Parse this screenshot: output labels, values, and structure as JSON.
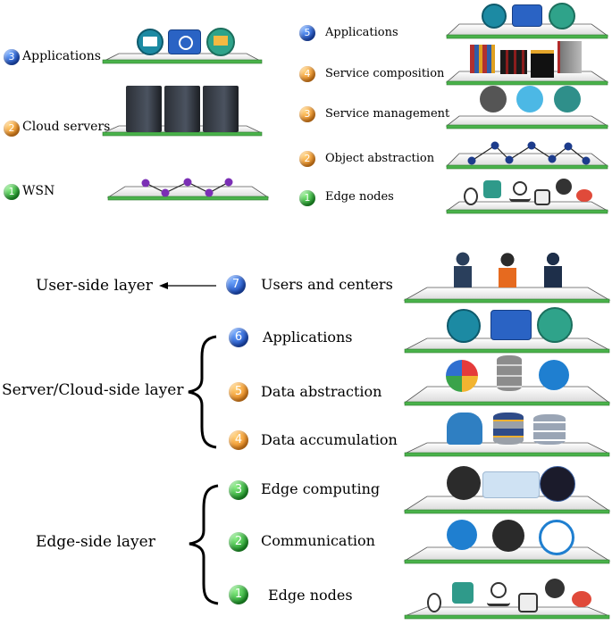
{
  "colors": {
    "shelf_top": "#f2f2f2",
    "shelf_edge": "#49b24a",
    "badge_blue": "#1d4fc4",
    "badge_orange": "#f08a1c",
    "badge_green": "#1f9e2a"
  },
  "left_stack": {
    "layers": [
      {
        "num": "3",
        "label": "Applications",
        "badge": "blue"
      },
      {
        "num": "2",
        "label": "Cloud servers",
        "badge": "orange"
      },
      {
        "num": "1",
        "label": "WSN",
        "badge": "green"
      }
    ]
  },
  "right_stack": {
    "layers": [
      {
        "num": "5",
        "label": "Applications",
        "badge": "blue"
      },
      {
        "num": "4",
        "label": "Service composition",
        "badge": "orange"
      },
      {
        "num": "3",
        "label": "Service management",
        "badge": "orange"
      },
      {
        "num": "2",
        "label": "Object abstraction",
        "badge": "orange"
      },
      {
        "num": "1",
        "label": "Edge nodes",
        "badge": "green"
      }
    ]
  },
  "bottom_stack": {
    "groups": {
      "user": "User-side layer",
      "server": "Server/Cloud-side layer",
      "edge": "Edge-side layer"
    },
    "layers": [
      {
        "num": "7",
        "label": "Users and centers",
        "badge": "blue"
      },
      {
        "num": "6",
        "label": "Applications",
        "badge": "blue"
      },
      {
        "num": "5",
        "label": "Data abstraction",
        "badge": "orange"
      },
      {
        "num": "4",
        "label": "Data accumulation",
        "badge": "orange"
      },
      {
        "num": "3",
        "label": "Edge computing",
        "badge": "green"
      },
      {
        "num": "2",
        "label": "Communication",
        "badge": "green"
      },
      {
        "num": "1",
        "label": "Edge nodes",
        "badge": "green"
      }
    ]
  }
}
